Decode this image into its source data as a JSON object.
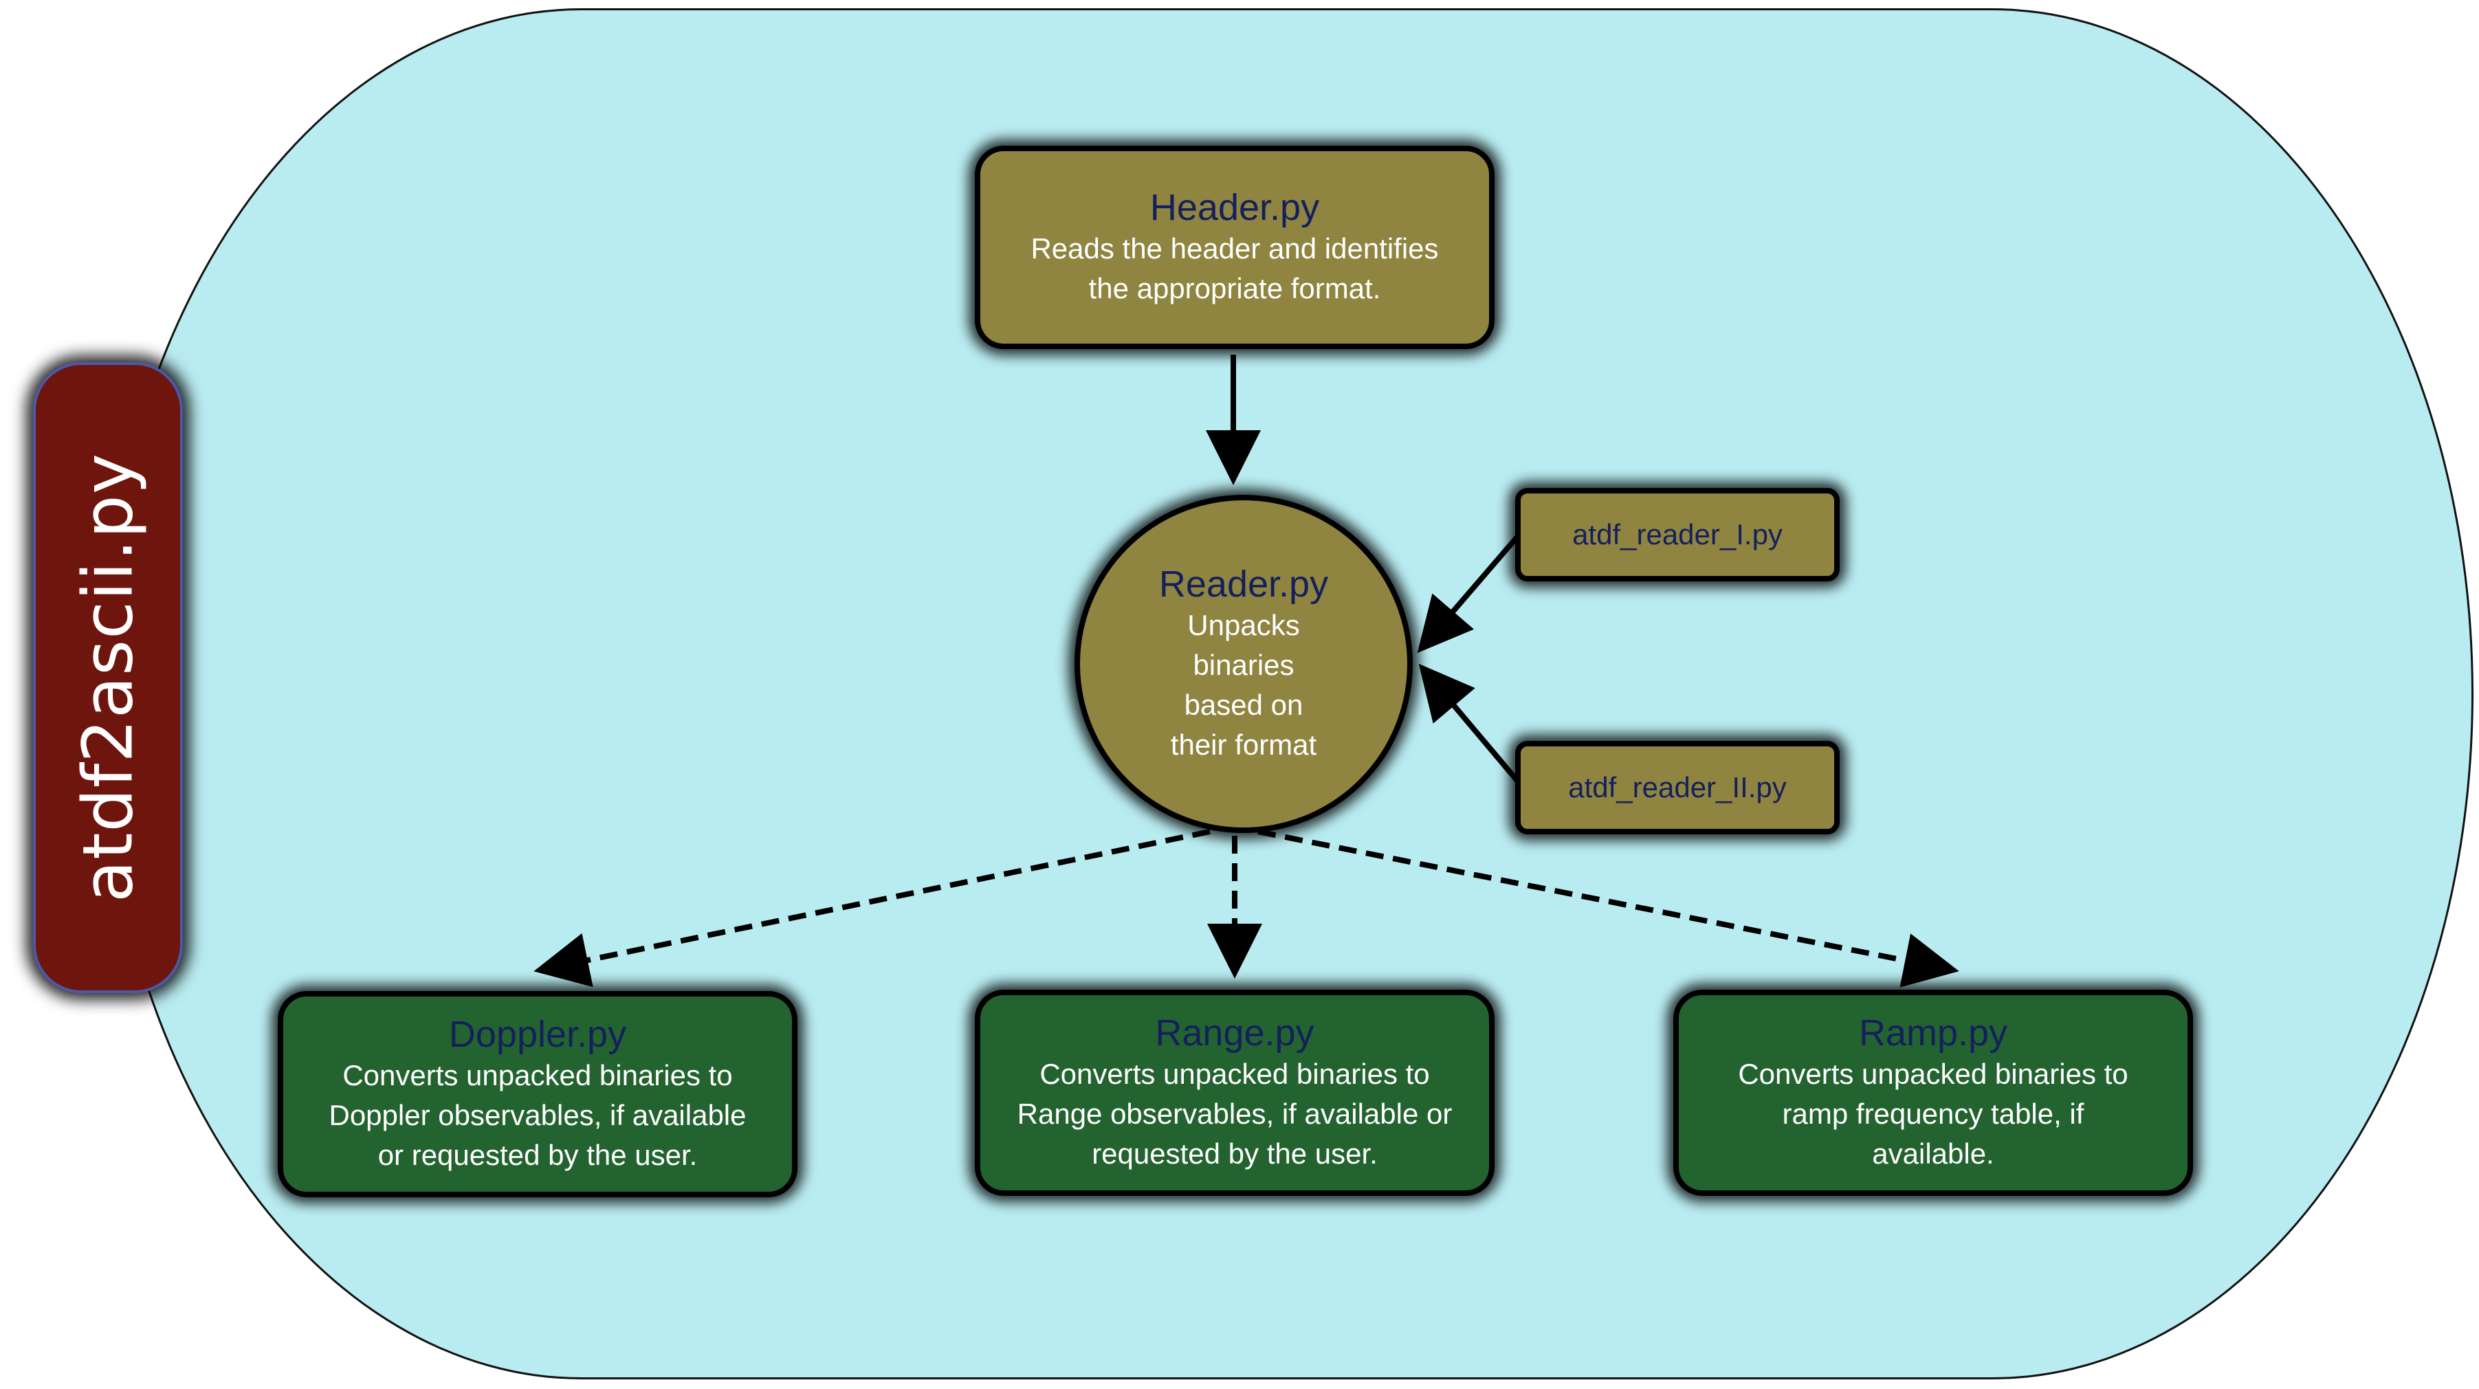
{
  "container": {
    "label": "atdf2ascii.py"
  },
  "header_node": {
    "title": "Header.py",
    "description": [
      "Reads the header and identifies",
      "the appropriate format."
    ]
  },
  "reader_node": {
    "title": "Reader.py",
    "description": [
      "Unpacks",
      "binaries",
      "based on",
      "their format"
    ]
  },
  "reader_inputs": [
    {
      "label": "atdf_reader_I.py"
    },
    {
      "label": "atdf_reader_II.py"
    }
  ],
  "outputs": [
    {
      "title": "Doppler.py",
      "description": [
        "Converts unpacked binaries to",
        "Doppler observables, if available",
        "or requested by the user."
      ]
    },
    {
      "title": "Range.py",
      "description": [
        "Converts unpacked binaries to",
        "Range observables, if available or",
        "requested by the user."
      ]
    },
    {
      "title": "Ramp.py",
      "description": [
        "Converts unpacked binaries to",
        "ramp frequency table, if",
        "available."
      ]
    }
  ],
  "colors": {
    "container_fill": "#b9ecf1",
    "main_label_fill": "#6e160e",
    "olive_fill": "#8f8440",
    "green_fill": "#236330",
    "title_text": "#14205c"
  }
}
